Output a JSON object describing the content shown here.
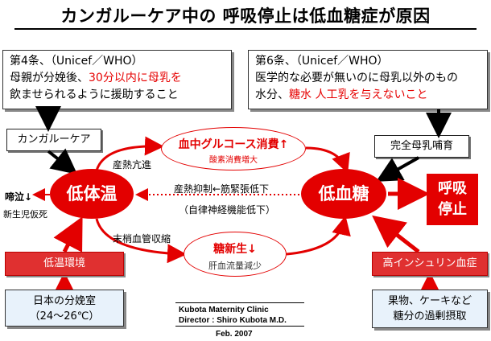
{
  "title": "カンガルーケア中の 呼吸停止は低血糖症が原因",
  "note_left": {
    "line1": "第4条、（Unicef／WHO）",
    "line2_a": "母親が分娩後、",
    "line2_red": "30分以内に母乳を",
    "line3": "飲ませられるように援助すること"
  },
  "note_right": {
    "line1": "第6条、（Unicef／WHO）",
    "line2": "医学的な必要が無いのに母乳以外のもの",
    "line3_a": "水分、",
    "line3_red": "糖水 人工乳を与えないこと"
  },
  "kangaroo_care": "カンガルーケア",
  "complete_breastfeeding": "完全母乳哺育",
  "low_temp": "低体温",
  "hypoglycemia": "低血糖",
  "respiratory_arrest_1": "呼吸",
  "respiratory_arrest_2": "停止",
  "glucose": {
    "main": "血中グルコース消費↑",
    "sub": "酸素消費増大"
  },
  "gluconeo": {
    "main": "糖新生↓",
    "sub": "肝血流量減少"
  },
  "heat_production": "産熱亢進",
  "peripheral_vasoconstriction": "末梢血管収縮",
  "heat_suppression": "産熱抑制←筋緊張低下",
  "autonomic_decline": "（自律神経機能低下）",
  "crying": "啼泣↓",
  "pseudo_death": "新生児仮死",
  "low_temp_env": "低温環境",
  "high_insulin": "高インシュリン血症",
  "delivery_room_1": "日本の分娩室",
  "delivery_room_2": "（24～26℃）",
  "fruit_1": "果物、ケーキなど",
  "fruit_2": "糖分の過剰摂取",
  "credit_1": "Kubota Maternity Clinic",
  "credit_2": "Director : Shiro Kubota M.D.",
  "date": "Feb. 2007",
  "colors": {
    "accent_red": "#e30000",
    "note_bg": "#e8f2fb"
  }
}
